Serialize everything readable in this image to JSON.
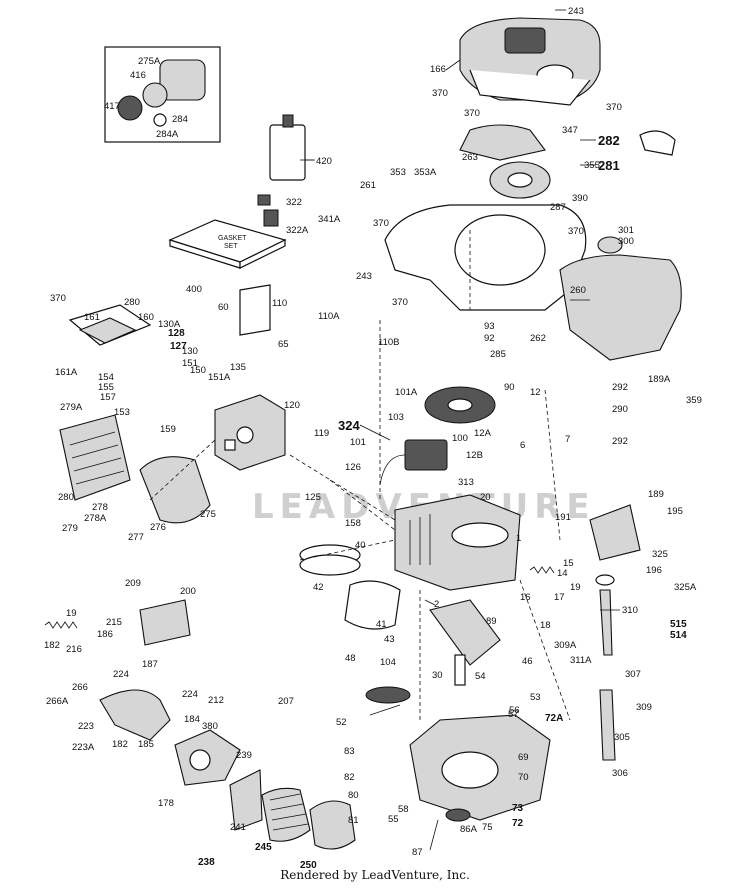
{
  "footer": {
    "credit": "Rendered by LeadVenture, Inc."
  },
  "watermark": "LEADVENTURE",
  "gasket_set": {
    "line1": "GASKET",
    "line2": "SET"
  },
  "labels": [
    "243",
    "166",
    "370",
    "370",
    "370",
    "347",
    "282",
    "281",
    "263",
    "355",
    "390",
    "287",
    "370",
    "416",
    "275A",
    "417",
    "284",
    "284A",
    "420",
    "322",
    "322A",
    "353",
    "353A",
    "261",
    "341A",
    "370",
    "400",
    "301",
    "300",
    "243",
    "60",
    "110",
    "110A",
    "370",
    "260",
    "93",
    "92",
    "262",
    "65",
    "110B",
    "285",
    "370",
    "280",
    "161",
    "160",
    "130A",
    "128",
    "127",
    "130",
    "151",
    "151A",
    "150",
    "154",
    "155",
    "157",
    "153",
    "161A",
    "135",
    "101A",
    "90",
    "12",
    "292",
    "189A",
    "359",
    "290",
    "292",
    "279A",
    "159",
    "120",
    "103",
    "324",
    "119",
    "101",
    "100",
    "12A",
    "6",
    "7",
    "12B",
    "313",
    "20",
    "126",
    "125",
    "280",
    "278",
    "278A",
    "279",
    "276",
    "277",
    "275",
    "158",
    "1",
    "189",
    "191",
    "195",
    "40",
    "15",
    "14",
    "19",
    "325",
    "196",
    "325A",
    "42",
    "2",
    "16",
    "17",
    "18",
    "310",
    "515",
    "514",
    "209",
    "200",
    "19",
    "215",
    "186",
    "182",
    "216",
    "41",
    "43",
    "89",
    "46",
    "309A",
    "311A",
    "224",
    "187",
    "224",
    "266",
    "48",
    "104",
    "30",
    "54",
    "307",
    "53",
    "212",
    "207",
    "266A",
    "223",
    "223A",
    "182",
    "185",
    "184",
    "380",
    "52",
    "57",
    "56",
    "309",
    "72A",
    "305",
    "239",
    "83",
    "69",
    "178",
    "82",
    "80",
    "70",
    "306",
    "241",
    "81",
    "58",
    "55",
    "86A",
    "75",
    "73",
    "72",
    "87",
    "245",
    "250",
    "238"
  ]
}
